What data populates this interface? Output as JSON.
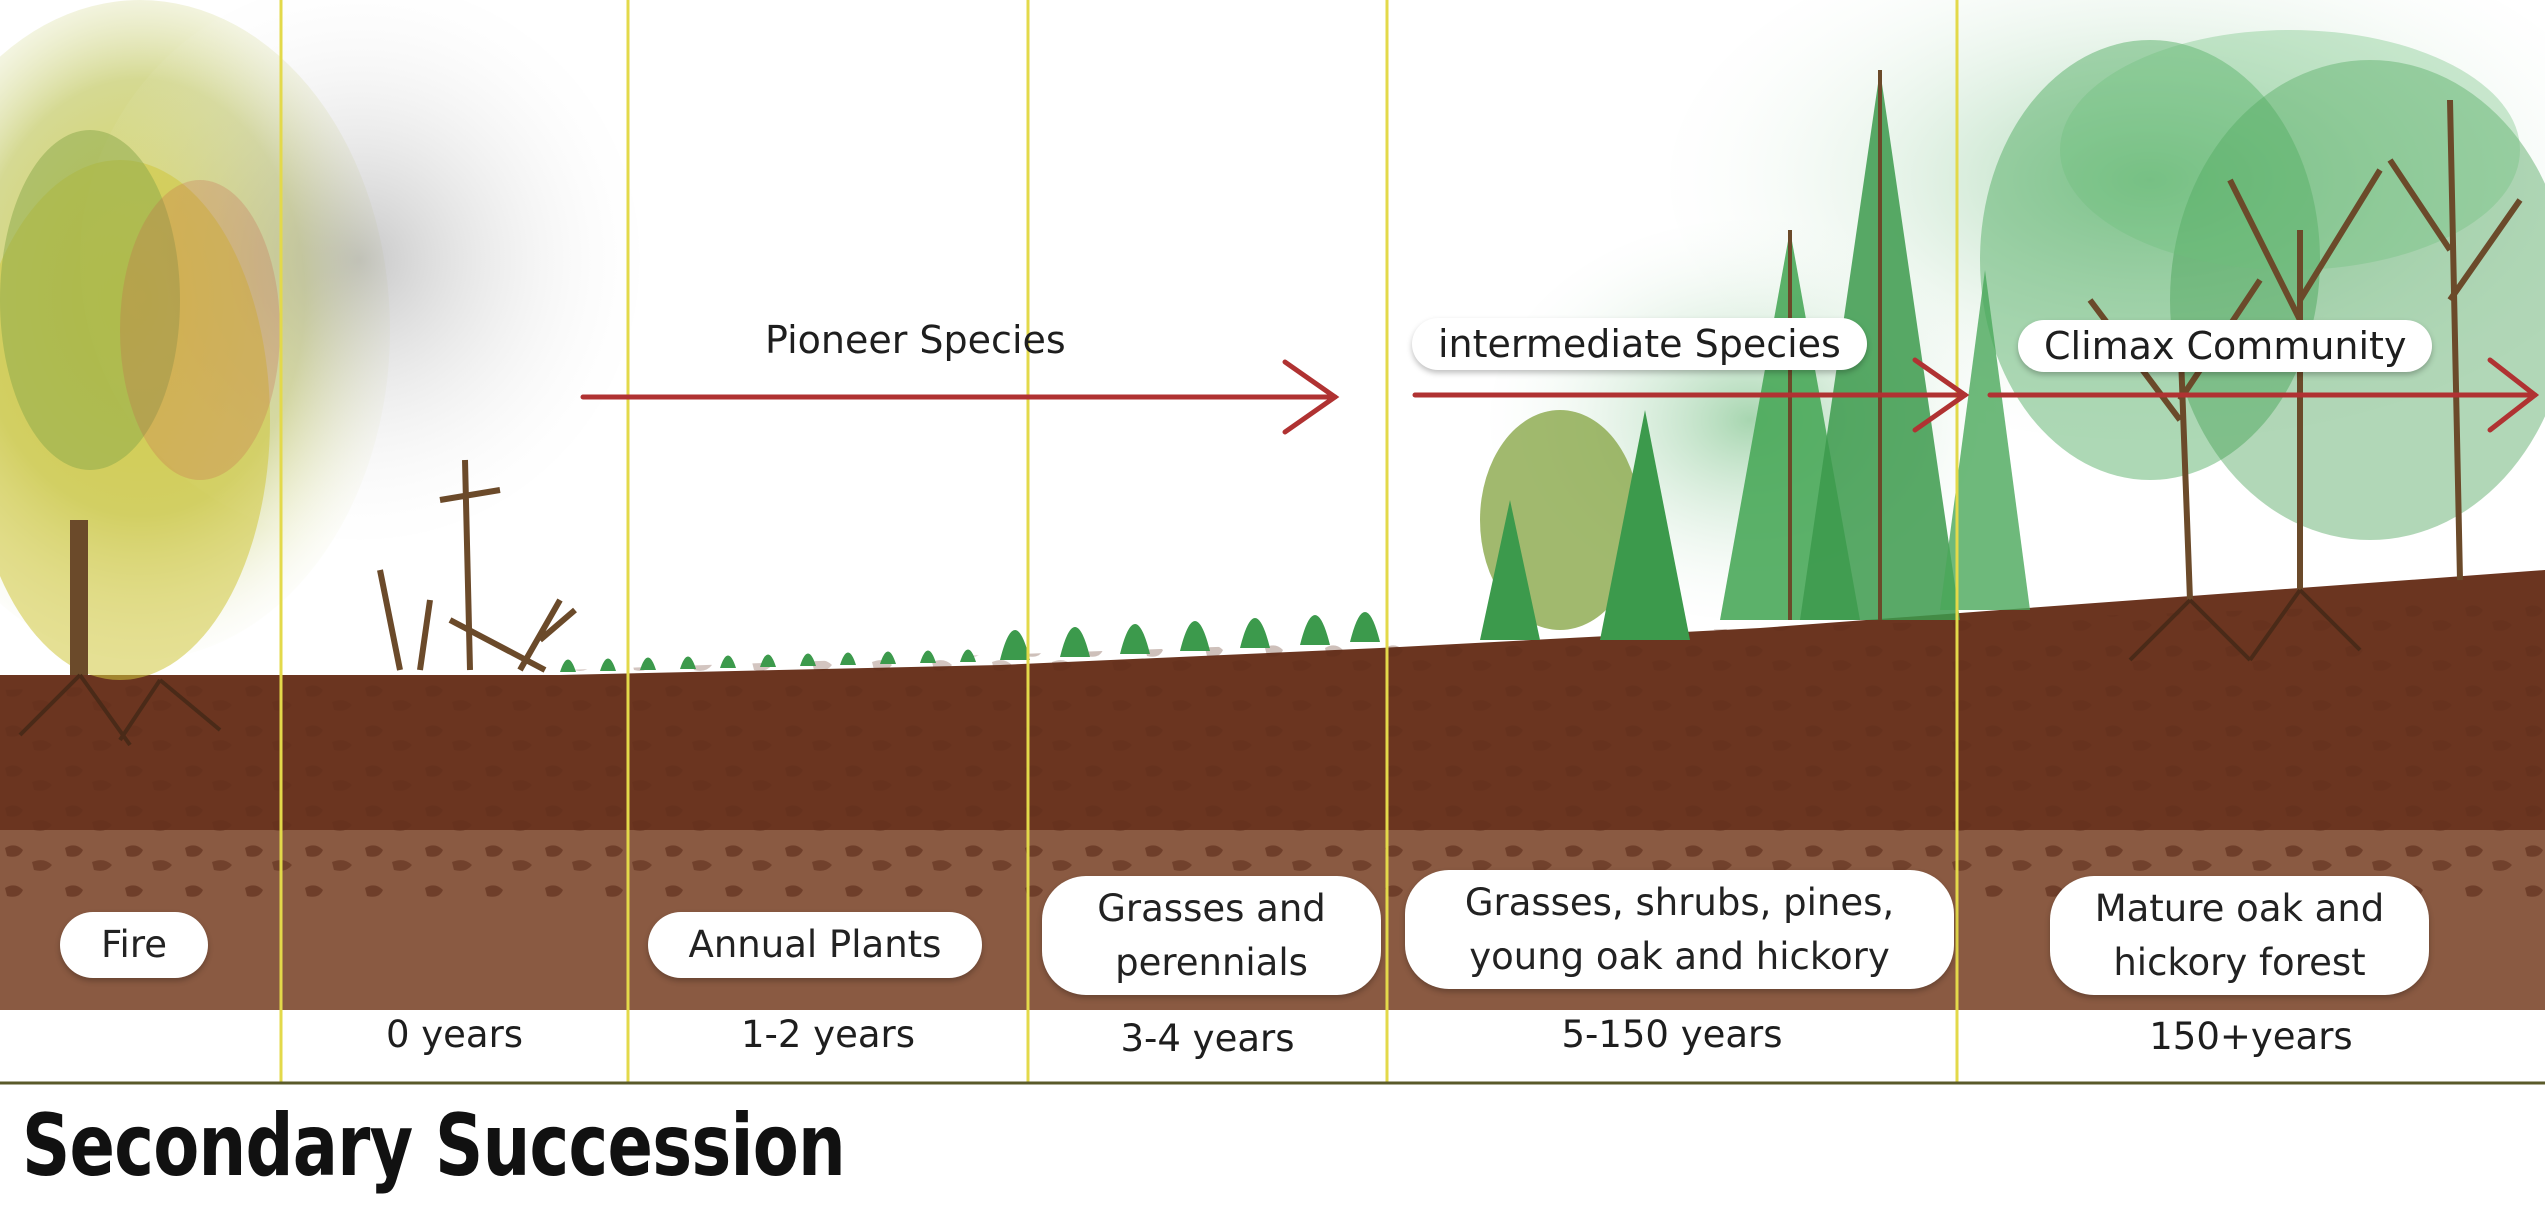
{
  "title": "Secondary Succession",
  "phases": {
    "pioneer": "Pioneer Species",
    "intermediate": "intermediate Species",
    "climax": "Climax Community"
  },
  "stages": [
    {
      "label": "Fire",
      "years": ""
    },
    {
      "label": "",
      "years": "0 years"
    },
    {
      "label": "Annual Plants",
      "years": "1-2 years"
    },
    {
      "label": "Grasses and\nperennials",
      "years": "3-4 years"
    },
    {
      "label": "Grasses, shrubs, pines,\nyoung oak and hickory",
      "years": "5-150 years"
    },
    {
      "label": "Mature oak and\nhickory forest",
      "years": "150+years"
    }
  ],
  "colors": {
    "topsoil": "#6b3520",
    "subsoil": "#8a5a42",
    "arrow": "#b03232",
    "divider": "#e3d94a",
    "vegetation": "#3c9a4c"
  }
}
